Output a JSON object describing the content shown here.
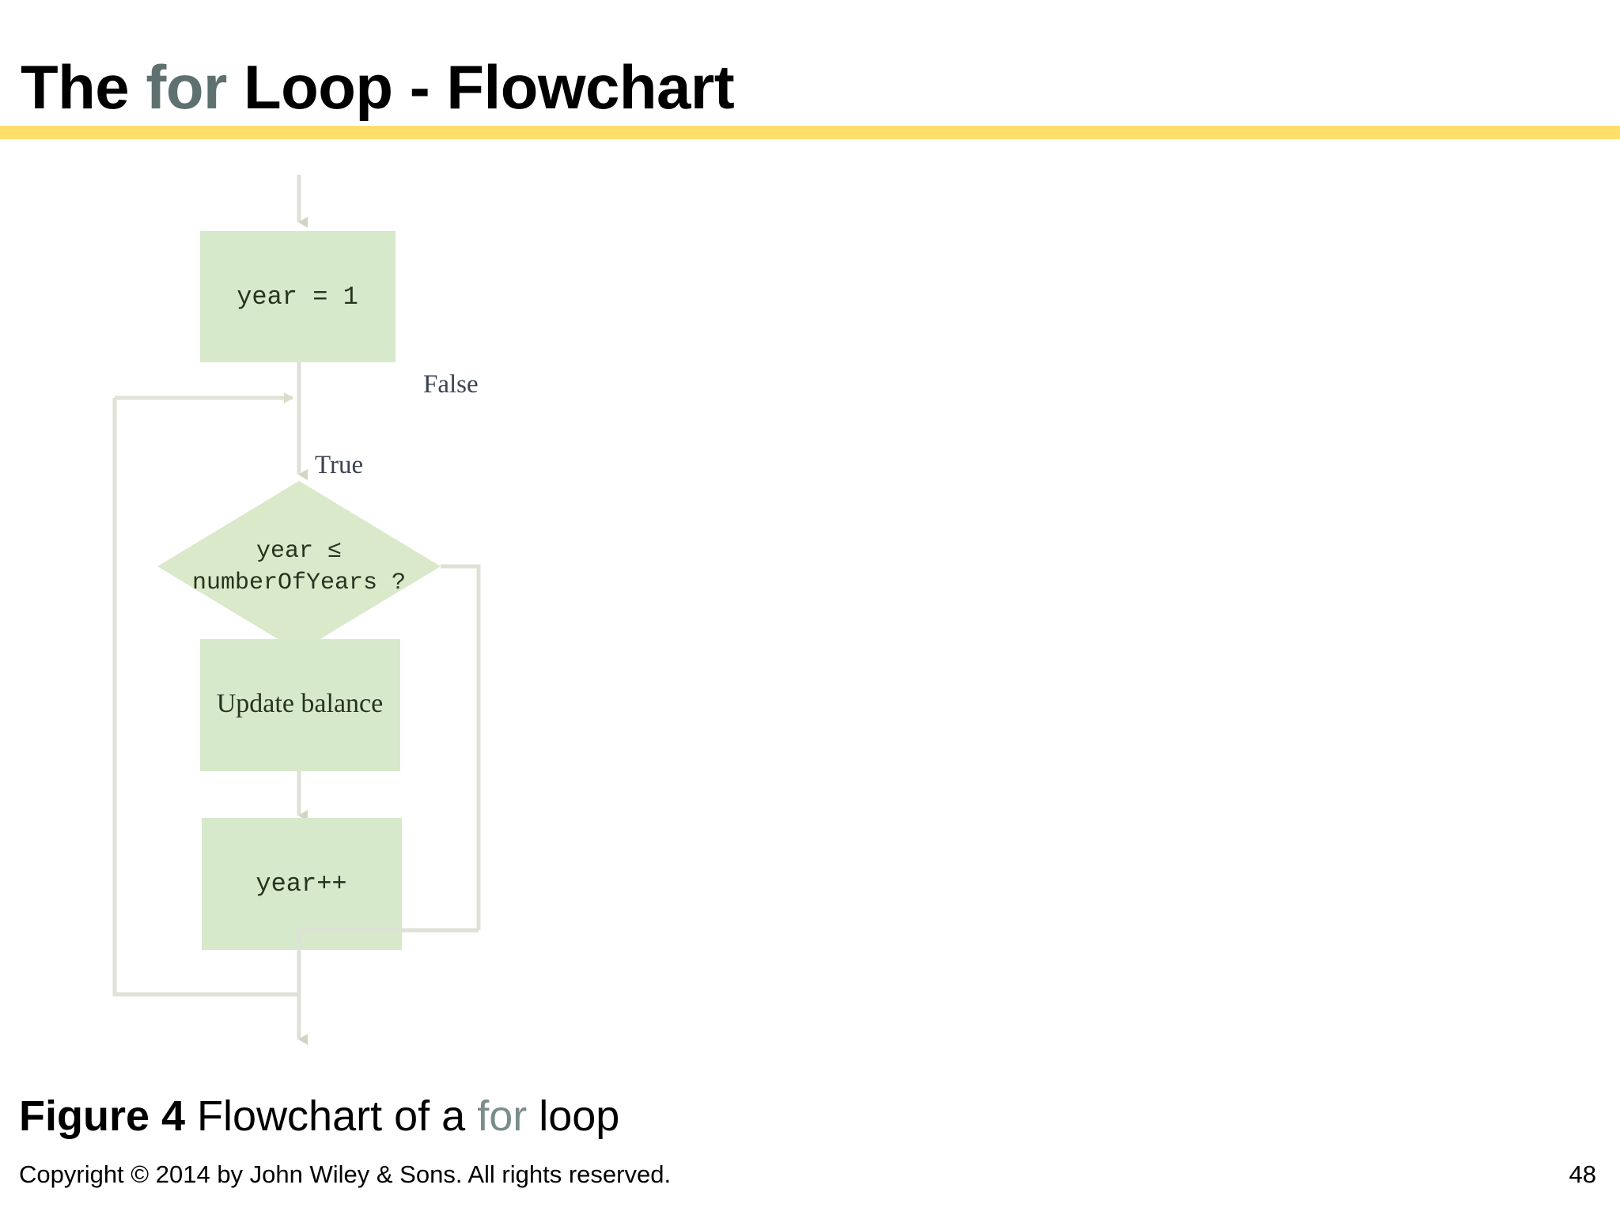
{
  "slide": {
    "title_prefix": "The ",
    "title_keyword": "for",
    "title_suffix": " Loop - Flowchart",
    "rule_color": "#ffdf6b",
    "keyword_color": "#5f7070"
  },
  "flowchart": {
    "node_fill": "#d7e9cb",
    "connector_color": "#d8dcd0",
    "text_color": "#1f2a1c",
    "nodes": [
      {
        "id": "init",
        "shape": "rectangle",
        "text": "year = 1",
        "font": "mono"
      },
      {
        "id": "test",
        "shape": "diamond",
        "text_line1": "year ≤",
        "text_line2": "numberOfYears ?",
        "font": "mono"
      },
      {
        "id": "body",
        "shape": "rectangle",
        "text": "Update balance",
        "font": "serif"
      },
      {
        "id": "increment",
        "shape": "rectangle",
        "text": "year++",
        "font": "mono"
      }
    ],
    "edge_labels": {
      "false": "False",
      "true": "True"
    }
  },
  "caption": {
    "figure_label": "Figure 4",
    "text_before": " Flowchart of a ",
    "keyword": "for",
    "text_after": " loop"
  },
  "footer": {
    "copyright": "Copyright © 2014 by John Wiley & Sons.  All rights reserved.",
    "page_number": "48"
  }
}
